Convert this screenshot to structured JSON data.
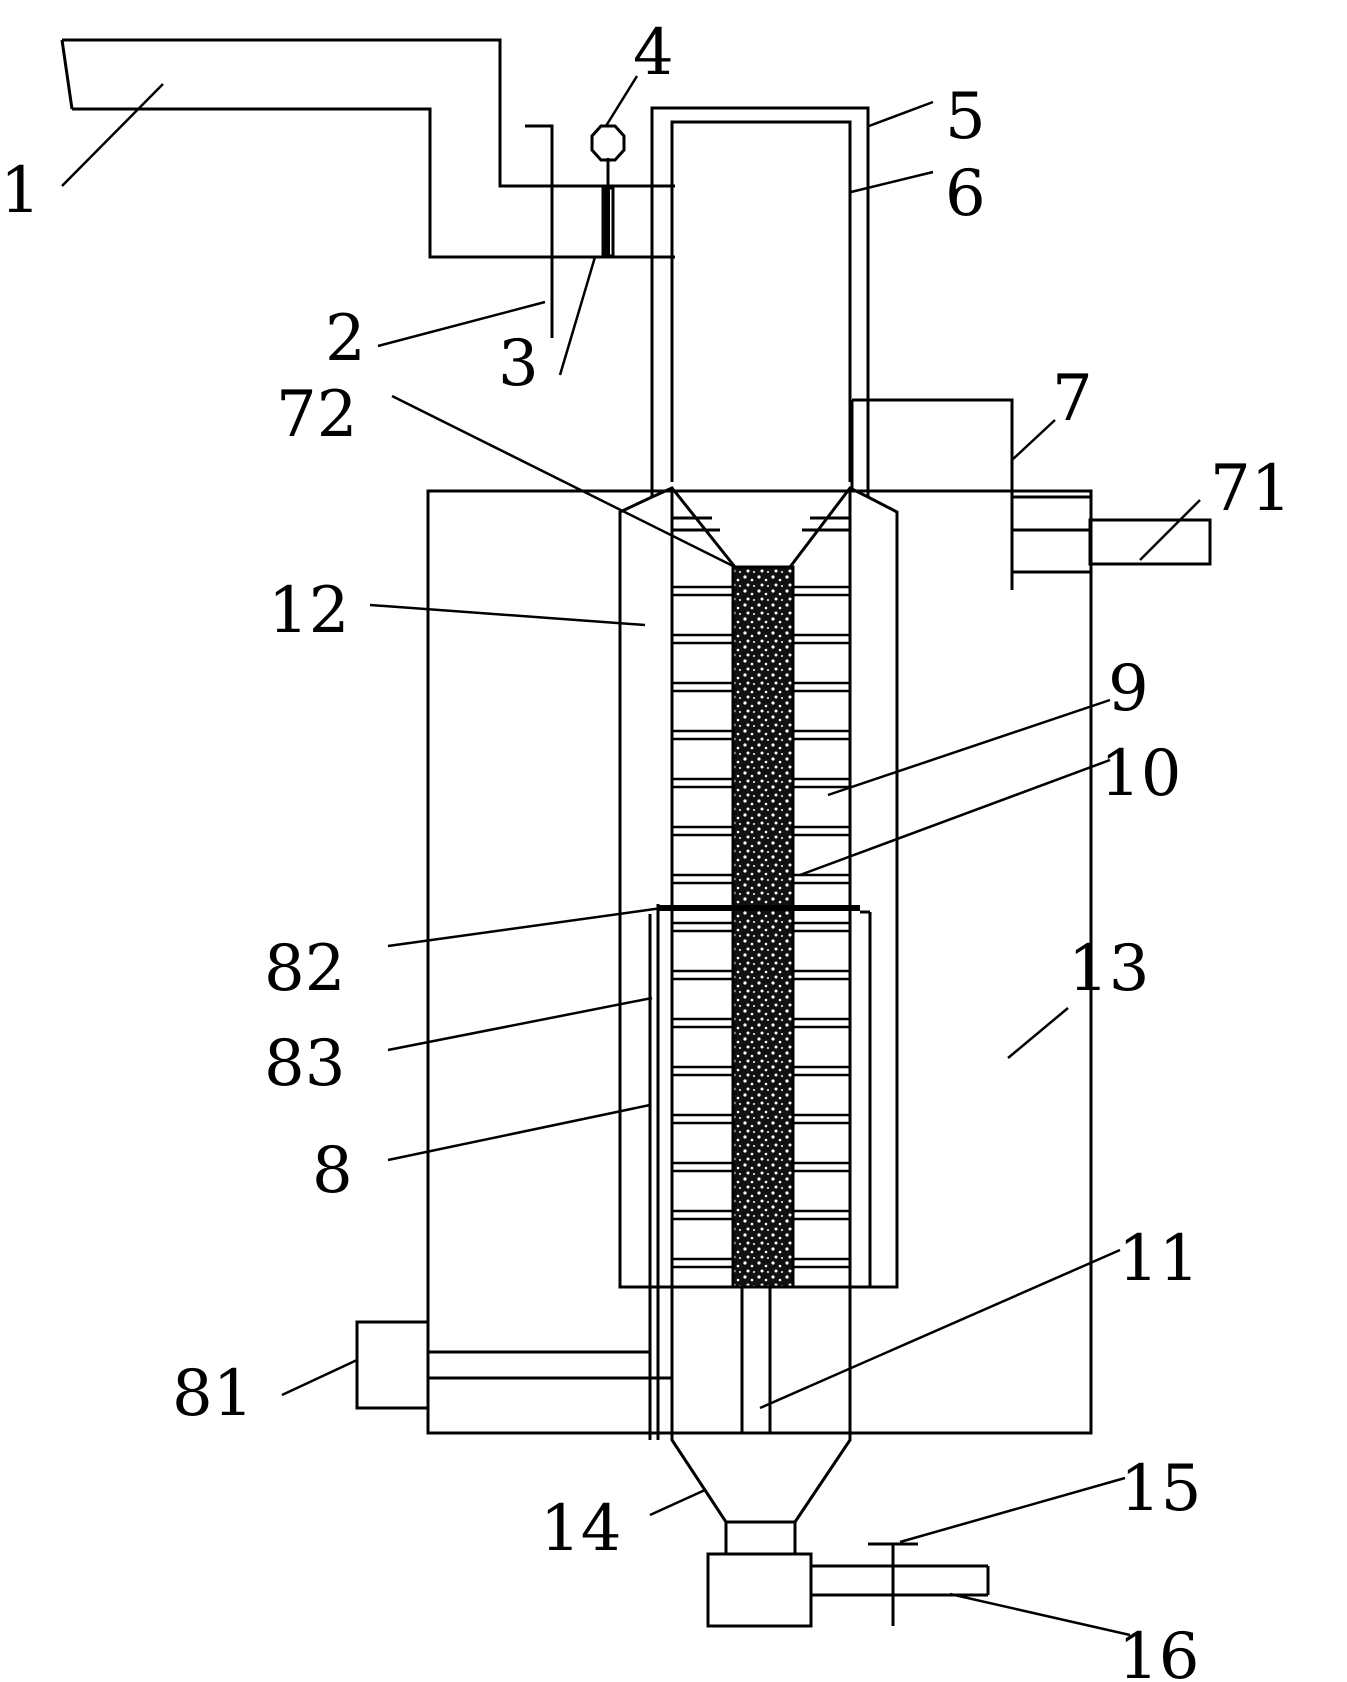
{
  "diagram": {
    "labels": [
      {
        "id": "1",
        "text": "1"
      },
      {
        "id": "2",
        "text": "2"
      },
      {
        "id": "3",
        "text": "3"
      },
      {
        "id": "4",
        "text": "4"
      },
      {
        "id": "5",
        "text": "5"
      },
      {
        "id": "6",
        "text": "6"
      },
      {
        "id": "7",
        "text": "7"
      },
      {
        "id": "71",
        "text": "71"
      },
      {
        "id": "72",
        "text": "72"
      },
      {
        "id": "8",
        "text": "8"
      },
      {
        "id": "81",
        "text": "81"
      },
      {
        "id": "82",
        "text": "82"
      },
      {
        "id": "83",
        "text": "83"
      },
      {
        "id": "9",
        "text": "9"
      },
      {
        "id": "10",
        "text": "10"
      },
      {
        "id": "11",
        "text": "11"
      },
      {
        "id": "12",
        "text": "12"
      },
      {
        "id": "13",
        "text": "13"
      },
      {
        "id": "14",
        "text": "14"
      },
      {
        "id": "15",
        "text": "15"
      },
      {
        "id": "16",
        "text": "16"
      }
    ]
  }
}
